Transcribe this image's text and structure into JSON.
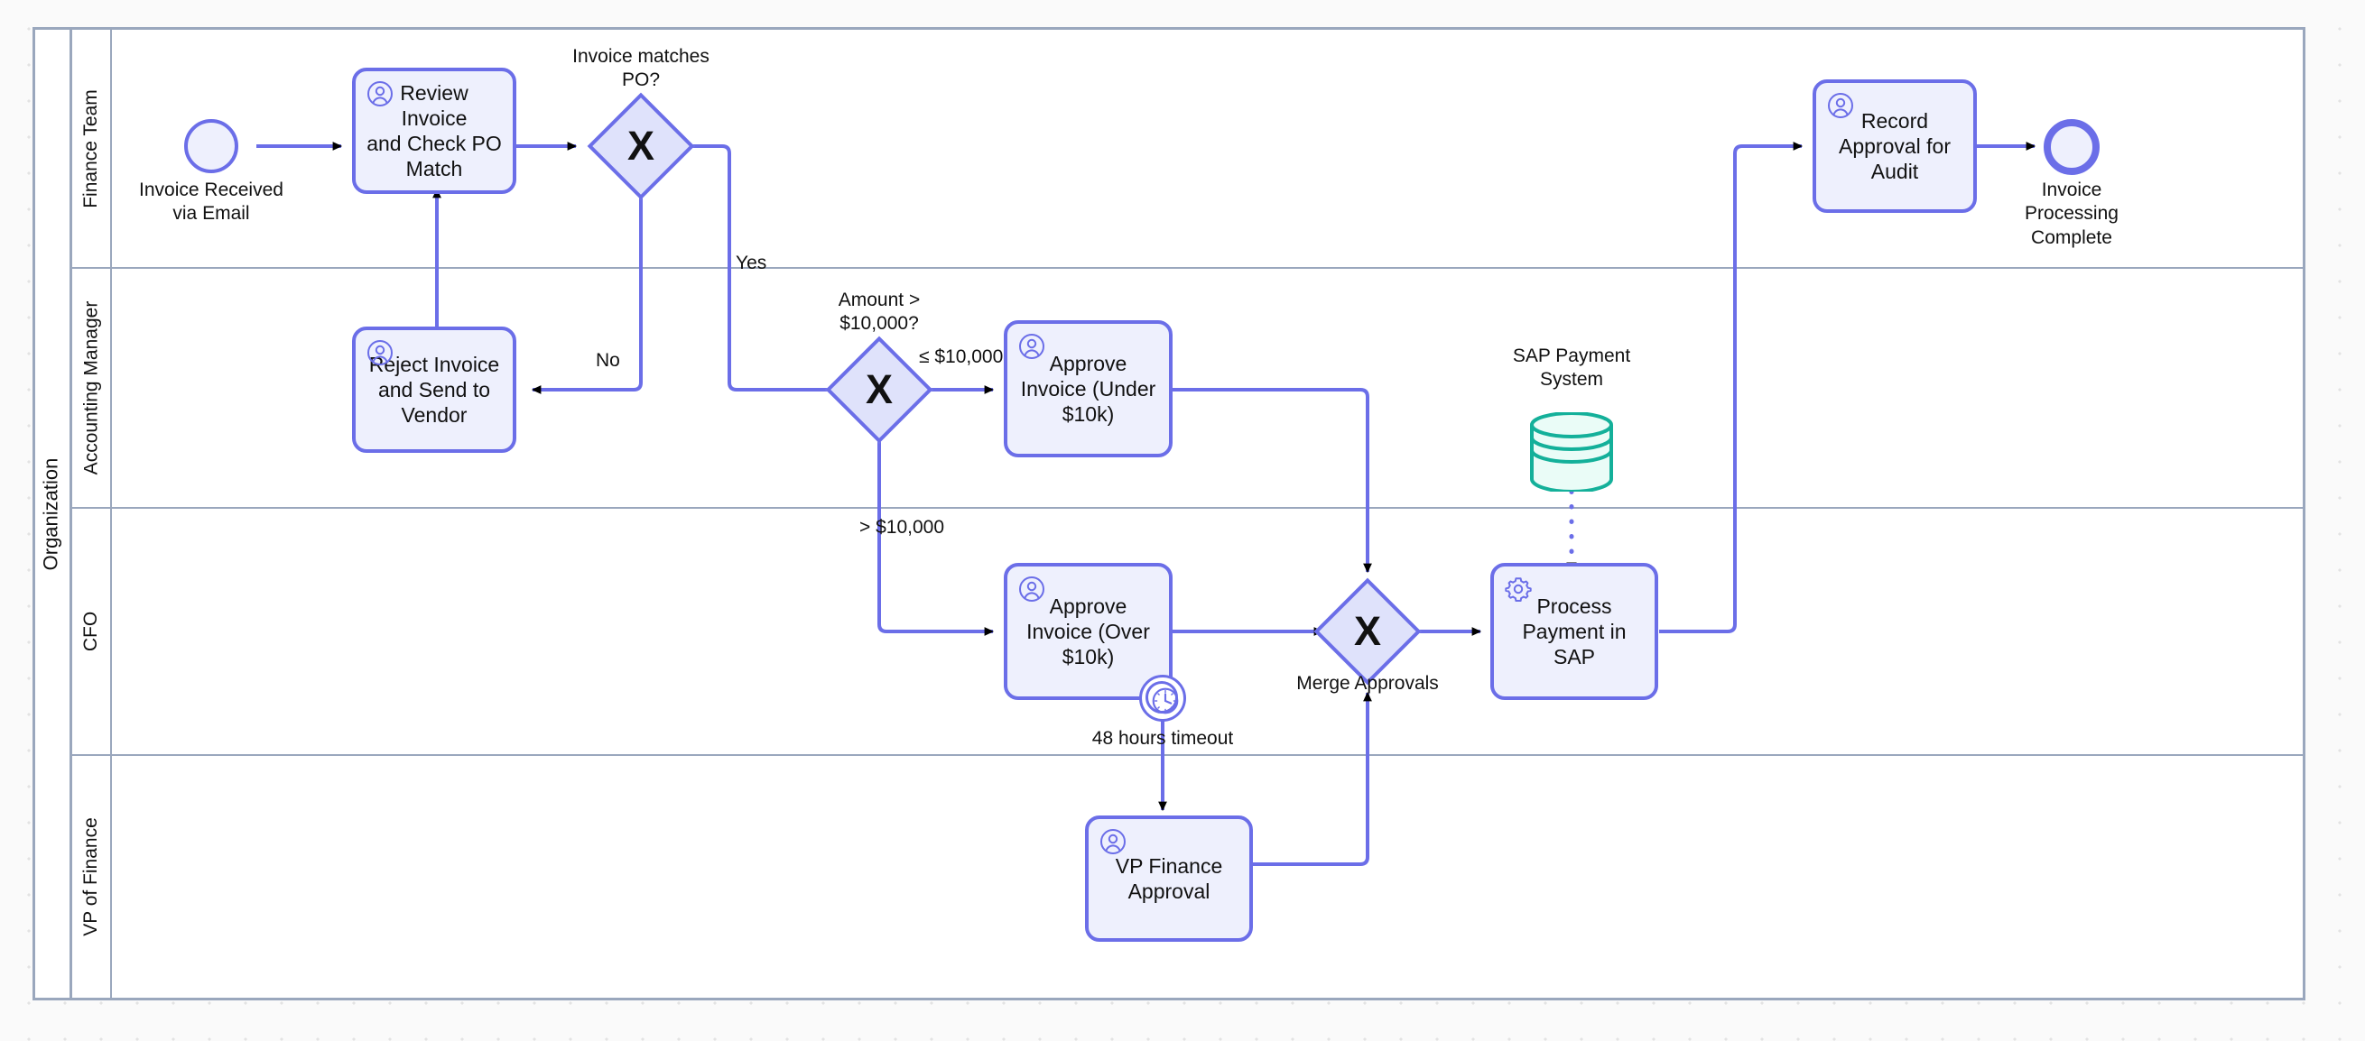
{
  "diagram": {
    "type": "bpmn-process",
    "pool": {
      "name": "Organization"
    },
    "lanes": [
      {
        "id": "finance-team",
        "name": "Finance Team"
      },
      {
        "id": "accounting-manager",
        "name": "Accounting Manager"
      },
      {
        "id": "cfo",
        "name": "CFO"
      },
      {
        "id": "vp-finance",
        "name": "VP of Finance"
      }
    ],
    "events": {
      "start": {
        "label": "Invoice Received\nvia Email",
        "type": "start-event"
      },
      "end": {
        "label": "Invoice\nProcessing\nComplete",
        "type": "end-event"
      },
      "timer_boundary": {
        "label": "48 hours timeout",
        "type": "timer-boundary-event",
        "icon": "clock-icon"
      }
    },
    "tasks": [
      {
        "id": "review-invoice",
        "label": "Review Invoice\nand Check PO\nMatch",
        "marker": "user-icon"
      },
      {
        "id": "reject-invoice",
        "label": "Reject Invoice\nand Send to\nVendor",
        "marker": "user-icon"
      },
      {
        "id": "approve-under",
        "label": "Approve\nInvoice (Under\n$10k)",
        "marker": "user-icon"
      },
      {
        "id": "approve-over",
        "label": "Approve\nInvoice (Over\n$10k)",
        "marker": "user-icon"
      },
      {
        "id": "vp-approval",
        "label": "VP Finance\nApproval",
        "marker": "user-icon"
      },
      {
        "id": "process-payment",
        "label": "Process\nPayment in\nSAP",
        "marker": "gear-icon"
      },
      {
        "id": "record-approval",
        "label": "Record\nApproval for\nAudit",
        "marker": "user-icon"
      }
    ],
    "gateways": [
      {
        "id": "po-match",
        "label": "Invoice matches\nPO?",
        "symbol": "X",
        "kind": "exclusive"
      },
      {
        "id": "amount-check",
        "label": "Amount >\n$10,000?",
        "symbol": "X",
        "kind": "exclusive"
      },
      {
        "id": "merge-approvals",
        "label": "Merge Approvals",
        "symbol": "X",
        "kind": "exclusive"
      }
    ],
    "data_stores": [
      {
        "id": "sap-system",
        "label": "SAP Payment\nSystem"
      }
    ],
    "flow_labels": {
      "yes": "Yes",
      "no": "No",
      "under_10k": "≤ $10,000",
      "over_10k": "> $10,000"
    },
    "colors": {
      "stroke": "#6b6ee8",
      "fill": "#eef0fd",
      "gateway_fill": "#dfe2fb",
      "lane_border": "#9aa7bd",
      "datastore": "#14b09a",
      "datastore_fill": "#eafcf7",
      "text": "#111111",
      "canvas": "#fafafa"
    }
  }
}
